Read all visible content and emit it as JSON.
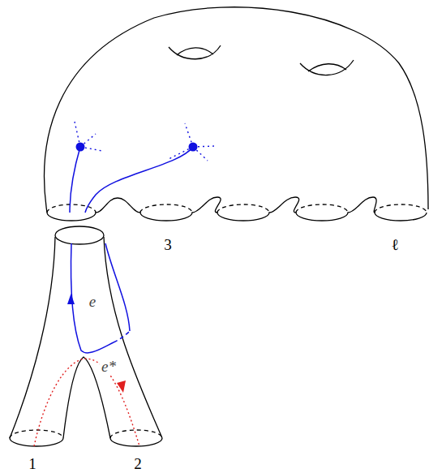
{
  "diagram": {
    "labels": [
      "e",
      "e*",
      "1",
      "2",
      "3",
      "ℓ"
    ]
  }
}
